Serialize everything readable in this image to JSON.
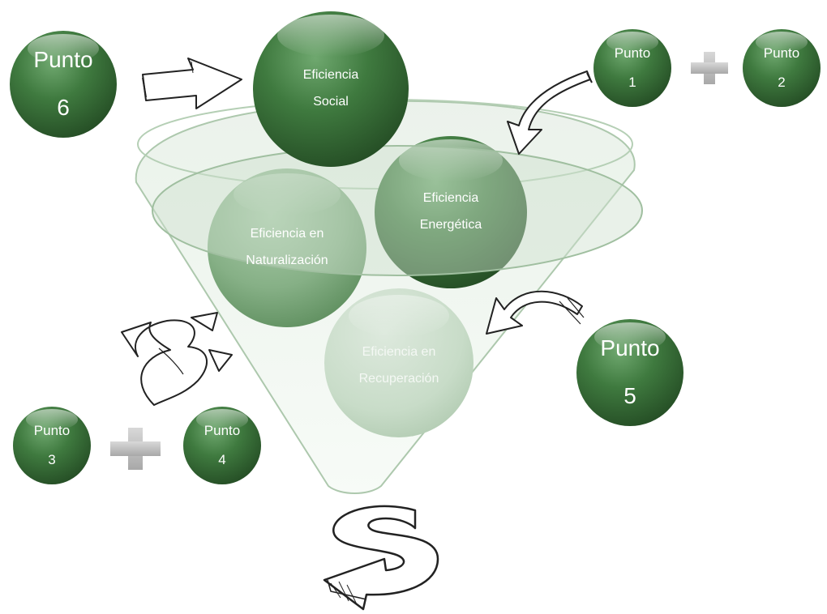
{
  "colors": {
    "sphere_dark": "#2e5e2e",
    "sphere_mid": "#4d8a4d",
    "sphere_light": "#88bb88",
    "funnel_fill": "#cfe0cf",
    "funnel_stroke": "#9fbf9f",
    "plus": "#b5b5b5"
  },
  "spheres": [
    {
      "id": "social",
      "label_1": "Eficiencia",
      "label_2": "Social"
    },
    {
      "id": "energetica",
      "label_1": "Eficiencia",
      "label_2": "Energética"
    },
    {
      "id": "naturalizacion",
      "label_1": "Eficiencia en",
      "label_2": "Naturalización"
    },
    {
      "id": "recuperacion",
      "label_1": "Eficiencia en",
      "label_2": "Recuperación"
    }
  ],
  "puntos": [
    {
      "id": "p1",
      "word": "Punto",
      "num": "1"
    },
    {
      "id": "p2",
      "word": "Punto",
      "num": "2"
    },
    {
      "id": "p3",
      "word": "Punto",
      "num": "3"
    },
    {
      "id": "p4",
      "word": "Punto",
      "num": "4"
    },
    {
      "id": "p5",
      "word": "Punto",
      "num": "5"
    },
    {
      "id": "p6",
      "word": "Punto",
      "num": "6"
    }
  ],
  "icons": [
    "plus-icon",
    "arrow-right-icon",
    "curved-arrow-icon",
    "s-arrow-down-icon",
    "split-arrow-icon"
  ]
}
